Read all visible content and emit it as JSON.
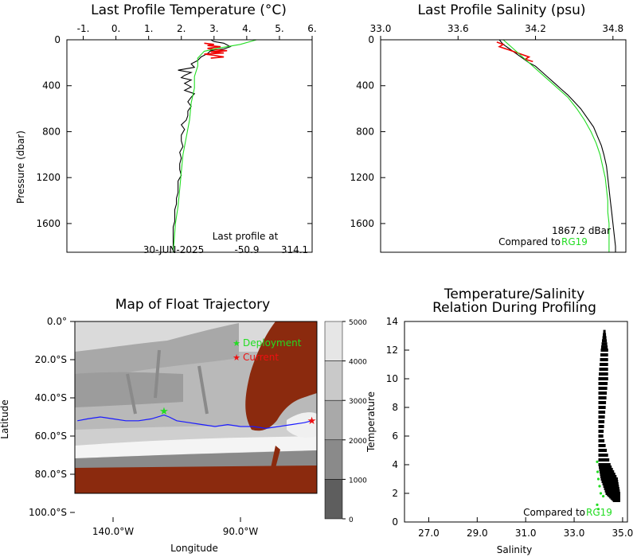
{
  "colors": {
    "float": "#000000",
    "climatology": "#22dd22",
    "spikes": "#ee0000",
    "trajectory": "#1a1aff",
    "land": "#8b2a0e",
    "deployment": "#22dd22",
    "current": "#ee1111"
  },
  "chart_data": [
    {
      "type": "line",
      "title": "Last Profile Temperature (°C)",
      "xlabel": "",
      "ylabel": "Pressure (dbar)",
      "xlim": [
        -1.5,
        6.0
      ],
      "ylim": [
        1850,
        0
      ],
      "xticks": [
        "-1.",
        "0.",
        "1.",
        "2.",
        "3.",
        "4.",
        "5.",
        "6."
      ],
      "xtick_values": [
        -1,
        0,
        1,
        2,
        3,
        4,
        5,
        6
      ],
      "yticks": [
        0,
        400,
        800,
        1200,
        1600
      ],
      "notes": [
        "Last profile at",
        "30-JUN-2025",
        "-50.9",
        "314.1"
      ],
      "series": [
        {
          "kind": "float",
          "points": [
            [
              2.9,
              0
            ],
            [
              3.0,
              15
            ],
            [
              3.3,
              30
            ],
            [
              3.5,
              60
            ],
            [
              3.3,
              80
            ],
            [
              2.9,
              95
            ],
            [
              2.8,
              120
            ],
            [
              2.6,
              150
            ],
            [
              2.5,
              180
            ],
            [
              2.3,
              210
            ],
            [
              2.4,
              240
            ],
            [
              1.9,
              265
            ],
            [
              2.3,
              285
            ],
            [
              2.1,
              310
            ],
            [
              2.0,
              330
            ],
            [
              2.3,
              350
            ],
            [
              2.1,
              380
            ],
            [
              2.3,
              410
            ],
            [
              2.1,
              440
            ],
            [
              2.4,
              470
            ],
            [
              2.3,
              500
            ],
            [
              2.2,
              540
            ],
            [
              2.3,
              580
            ],
            [
              2.2,
              620
            ],
            [
              2.2,
              660
            ],
            [
              2.15,
              700
            ],
            [
              2.0,
              740
            ],
            [
              2.1,
              780
            ],
            [
              2.0,
              830
            ],
            [
              2.0,
              880
            ],
            [
              2.05,
              930
            ],
            [
              1.95,
              980
            ],
            [
              2.0,
              1030
            ],
            [
              1.95,
              1080
            ],
            [
              1.95,
              1130
            ],
            [
              2.0,
              1180
            ],
            [
              1.9,
              1230
            ],
            [
              1.9,
              1280
            ],
            [
              1.9,
              1330
            ],
            [
              1.85,
              1380
            ],
            [
              1.85,
              1430
            ],
            [
              1.8,
              1480
            ],
            [
              1.8,
              1530
            ],
            [
              1.8,
              1580
            ],
            [
              1.75,
              1630
            ],
            [
              1.75,
              1680
            ],
            [
              1.75,
              1730
            ],
            [
              1.75,
              1780
            ],
            [
              1.75,
              1840
            ]
          ]
        },
        {
          "kind": "spikes",
          "points": [
            [
              2.7,
              30
            ],
            [
              3.0,
              40
            ],
            [
              2.8,
              50
            ],
            [
              3.2,
              60
            ],
            [
              2.8,
              75
            ],
            [
              3.0,
              85
            ],
            [
              3.4,
              95
            ],
            [
              2.9,
              105
            ],
            [
              3.3,
              115
            ],
            [
              2.7,
              125
            ],
            [
              3.0,
              135
            ],
            [
              3.3,
              150
            ],
            [
              2.9,
              160
            ]
          ]
        },
        {
          "kind": "climatology",
          "points": [
            [
              4.3,
              0
            ],
            [
              3.8,
              40
            ],
            [
              3.2,
              70
            ],
            [
              2.7,
              100
            ],
            [
              2.5,
              160
            ],
            [
              2.5,
              230
            ],
            [
              2.4,
              320
            ],
            [
              2.4,
              420
            ],
            [
              2.3,
              550
            ],
            [
              2.25,
              700
            ],
            [
              2.15,
              850
            ],
            [
              2.05,
              1000
            ],
            [
              2.0,
              1150
            ],
            [
              1.95,
              1300
            ],
            [
              1.9,
              1450
            ],
            [
              1.82,
              1600
            ],
            [
              1.78,
              1750
            ],
            [
              1.75,
              1850
            ]
          ]
        }
      ]
    },
    {
      "type": "line",
      "title": "Last Profile Salinity (psu)",
      "xlabel": "",
      "ylabel": "",
      "xlim": [
        33.0,
        34.9
      ],
      "ylim": [
        1850,
        0
      ],
      "xticks": [
        "33.0",
        "33.6",
        "34.2",
        "34.8"
      ],
      "xtick_values": [
        33.0,
        33.6,
        34.2,
        34.8
      ],
      "yticks": [
        0,
        400,
        800,
        1200,
        1600
      ],
      "notes": [
        "1867.2 dBar",
        "Compared to ",
        "RG19"
      ],
      "series": [
        {
          "kind": "float",
          "points": [
            [
              33.92,
              0
            ],
            [
              33.95,
              40
            ],
            [
              34.0,
              80
            ],
            [
              34.05,
              120
            ],
            [
              34.1,
              160
            ],
            [
              34.15,
              200
            ],
            [
              34.2,
              230
            ],
            [
              34.25,
              280
            ],
            [
              34.3,
              330
            ],
            [
              34.35,
              380
            ],
            [
              34.4,
              430
            ],
            [
              34.45,
              480
            ],
            [
              34.5,
              540
            ],
            [
              34.55,
              600
            ],
            [
              34.6,
              680
            ],
            [
              34.65,
              760
            ],
            [
              34.68,
              840
            ],
            [
              34.71,
              920
            ],
            [
              34.73,
              1000
            ],
            [
              34.75,
              1100
            ],
            [
              34.76,
              1200
            ],
            [
              34.77,
              1300
            ],
            [
              34.78,
              1400
            ],
            [
              34.79,
              1500
            ],
            [
              34.8,
              1600
            ],
            [
              34.81,
              1700
            ],
            [
              34.82,
              1800
            ],
            [
              34.82,
              1850
            ]
          ]
        },
        {
          "kind": "spikes",
          "points": [
            [
              33.9,
              20
            ],
            [
              33.95,
              40
            ],
            [
              33.92,
              60
            ],
            [
              34.0,
              90
            ],
            [
              34.05,
              110
            ],
            [
              34.1,
              130
            ],
            [
              34.15,
              150
            ],
            [
              34.12,
              170
            ],
            [
              34.18,
              190
            ]
          ]
        },
        {
          "kind": "climatology",
          "points": [
            [
              33.95,
              0
            ],
            [
              34.05,
              100
            ],
            [
              34.15,
              200
            ],
            [
              34.25,
              300
            ],
            [
              34.35,
              400
            ],
            [
              34.45,
              500
            ],
            [
              34.52,
              600
            ],
            [
              34.58,
              700
            ],
            [
              34.63,
              800
            ],
            [
              34.67,
              900
            ],
            [
              34.7,
              1000
            ],
            [
              34.72,
              1100
            ],
            [
              34.74,
              1200
            ],
            [
              34.75,
              1300
            ],
            [
              34.76,
              1400
            ],
            [
              34.76,
              1500
            ],
            [
              34.77,
              1600
            ],
            [
              34.77,
              1700
            ],
            [
              34.77,
              1850
            ]
          ]
        }
      ]
    },
    {
      "type": "map",
      "title": "Map of Float Trajectory",
      "xlabel": "Longitude",
      "ylabel": "Latitude",
      "xticks": [
        "140.0°W",
        "90.0°W"
      ],
      "xtick_values": [
        140,
        90
      ],
      "xlim": [
        155,
        60
      ],
      "yticks": [
        "0.0°",
        "20.0°S",
        "40.0°S",
        "60.0°S",
        "80.0°S",
        "100.0°S"
      ],
      "ytick_values": [
        0,
        20,
        40,
        60,
        80,
        100
      ],
      "ylim": [
        0,
        100
      ],
      "colorbar_ticks": [
        5000,
        4000,
        3000,
        2000,
        1000,
        0
      ],
      "legend": [
        "Deployment",
        "Current"
      ],
      "deployment": [
        120,
        47
      ],
      "current": [
        62,
        52
      ],
      "trajectory": [
        [
          154,
          52
        ],
        [
          150,
          51
        ],
        [
          145,
          50
        ],
        [
          140,
          51
        ],
        [
          135,
          52
        ],
        [
          130,
          52
        ],
        [
          125,
          51
        ],
        [
          120,
          49
        ],
        [
          118,
          50
        ],
        [
          115,
          52
        ],
        [
          110,
          53
        ],
        [
          105,
          54
        ],
        [
          100,
          55
        ],
        [
          95,
          54
        ],
        [
          90,
          55
        ],
        [
          85,
          55
        ],
        [
          80,
          56
        ],
        [
          75,
          55
        ],
        [
          70,
          54
        ],
        [
          65,
          53
        ],
        [
          62,
          52
        ]
      ]
    },
    {
      "type": "scatter",
      "title": "Temperature/Salinity",
      "subtitle": "Relation During Profiling",
      "xlabel": "Salinity",
      "ylabel": "Temperature",
      "xlim": [
        26.0,
        35.2
      ],
      "ylim": [
        0,
        14
      ],
      "xticks": [
        "27.0",
        "29.0",
        "31.0",
        "33.0",
        "35.0"
      ],
      "xtick_values": [
        27,
        29,
        31,
        33,
        35
      ],
      "yticks": [
        0,
        2,
        4,
        6,
        8,
        10,
        12,
        14
      ],
      "notes": [
        "Compared to ",
        "RG19"
      ],
      "float_band": [
        [
          13.3,
          34.2,
          34.3
        ],
        [
          12,
          34.1,
          34.4
        ],
        [
          10,
          34.0,
          34.4
        ],
        [
          8,
          34.0,
          34.3
        ],
        [
          6,
          34.0,
          34.2
        ],
        [
          4,
          34.0,
          34.5
        ],
        [
          3,
          34.1,
          34.8
        ],
        [
          2,
          34.3,
          34.9
        ],
        [
          1.5,
          34.6,
          34.9
        ]
      ],
      "climatology_points": [
        [
          33.95,
          4.2
        ],
        [
          33.97,
          3.5
        ],
        [
          34.0,
          3.0
        ],
        [
          34.05,
          2.5
        ],
        [
          34.1,
          2.0
        ],
        [
          34.2,
          1.8
        ],
        [
          33.95,
          1.2
        ],
        [
          34.0,
          0.9
        ]
      ]
    }
  ]
}
